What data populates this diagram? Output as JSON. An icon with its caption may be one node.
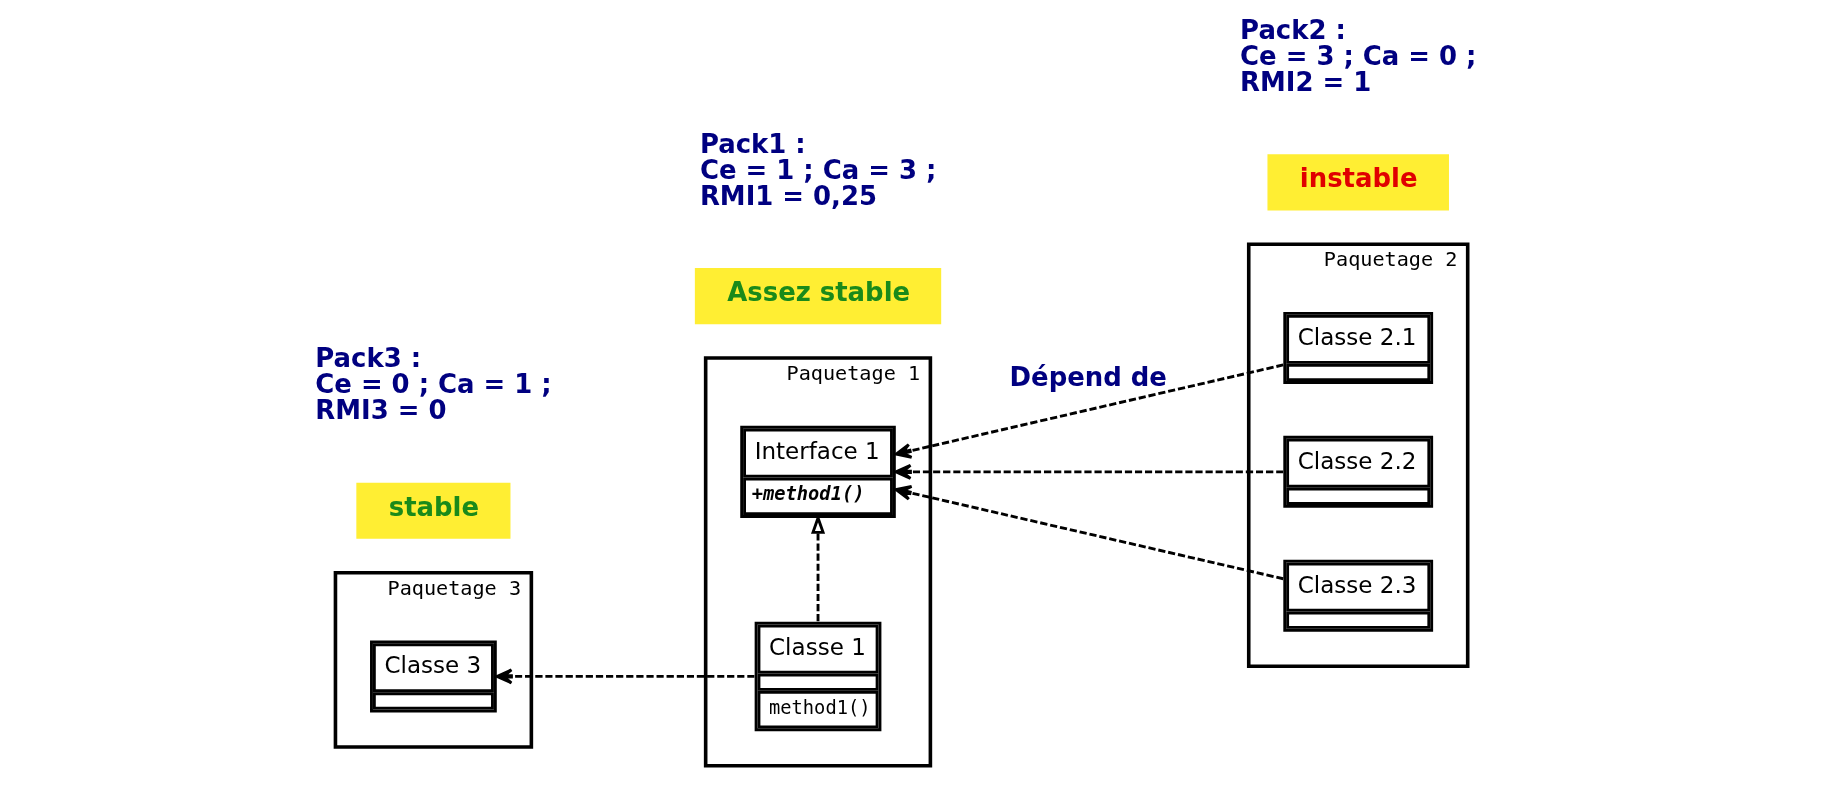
{
  "diagram": {
    "nodes": [
      {
        "text": [
          "Paquetage 3"
        ]
      },
      {
        "text": [
          "Classe 3"
        ],
        "in": 0
      },
      {
        "text": [
          "Paquetage 1"
        ]
      },
      {
        "text": [
          "Interface 1",
          "+method1()"
        ],
        "in": 2
      },
      {
        "text": [
          "Classe 1",
          "method1()"
        ],
        "in": 2
      },
      {
        "text": [
          "Paquetage 2"
        ]
      },
      {
        "text": [
          "Classe 2.1"
        ],
        "in": 5
      },
      {
        "text": [
          "Classe 2.2"
        ],
        "in": 5
      },
      {
        "text": [
          "Classe 2.3"
        ],
        "in": 5
      },
      {
        "text": [
          "stable"
        ]
      },
      {
        "text": [
          "Assez stable"
        ]
      },
      {
        "text": [
          "instable"
        ]
      }
    ],
    "edges": [
      {
        "from": 4,
        "to": 1,
        "arrow": "to",
        "style": "dashed"
      },
      {
        "from": 4,
        "to": 3,
        "arrow": "to",
        "style": "dashed"
      },
      {
        "from": 6,
        "to": 3,
        "arrow": "to",
        "style": "dashed",
        "label": "Dépend de"
      },
      {
        "from": 7,
        "to": 3,
        "arrow": "to",
        "style": "dashed"
      },
      {
        "from": 8,
        "to": 3,
        "arrow": "to",
        "style": "dashed"
      }
    ],
    "labels": [
      "Pack3 :",
      "Ce = 0 ; Ca = 1 ;",
      "RMI3 = 0",
      "Pack1 :",
      "Ce = 1 ; Ca = 3 ;",
      "RMI1 = 0,25",
      "Pack2 :",
      "Ce = 3 ; Ca = 0 ;",
      "RMI2 = 1"
    ]
  }
}
